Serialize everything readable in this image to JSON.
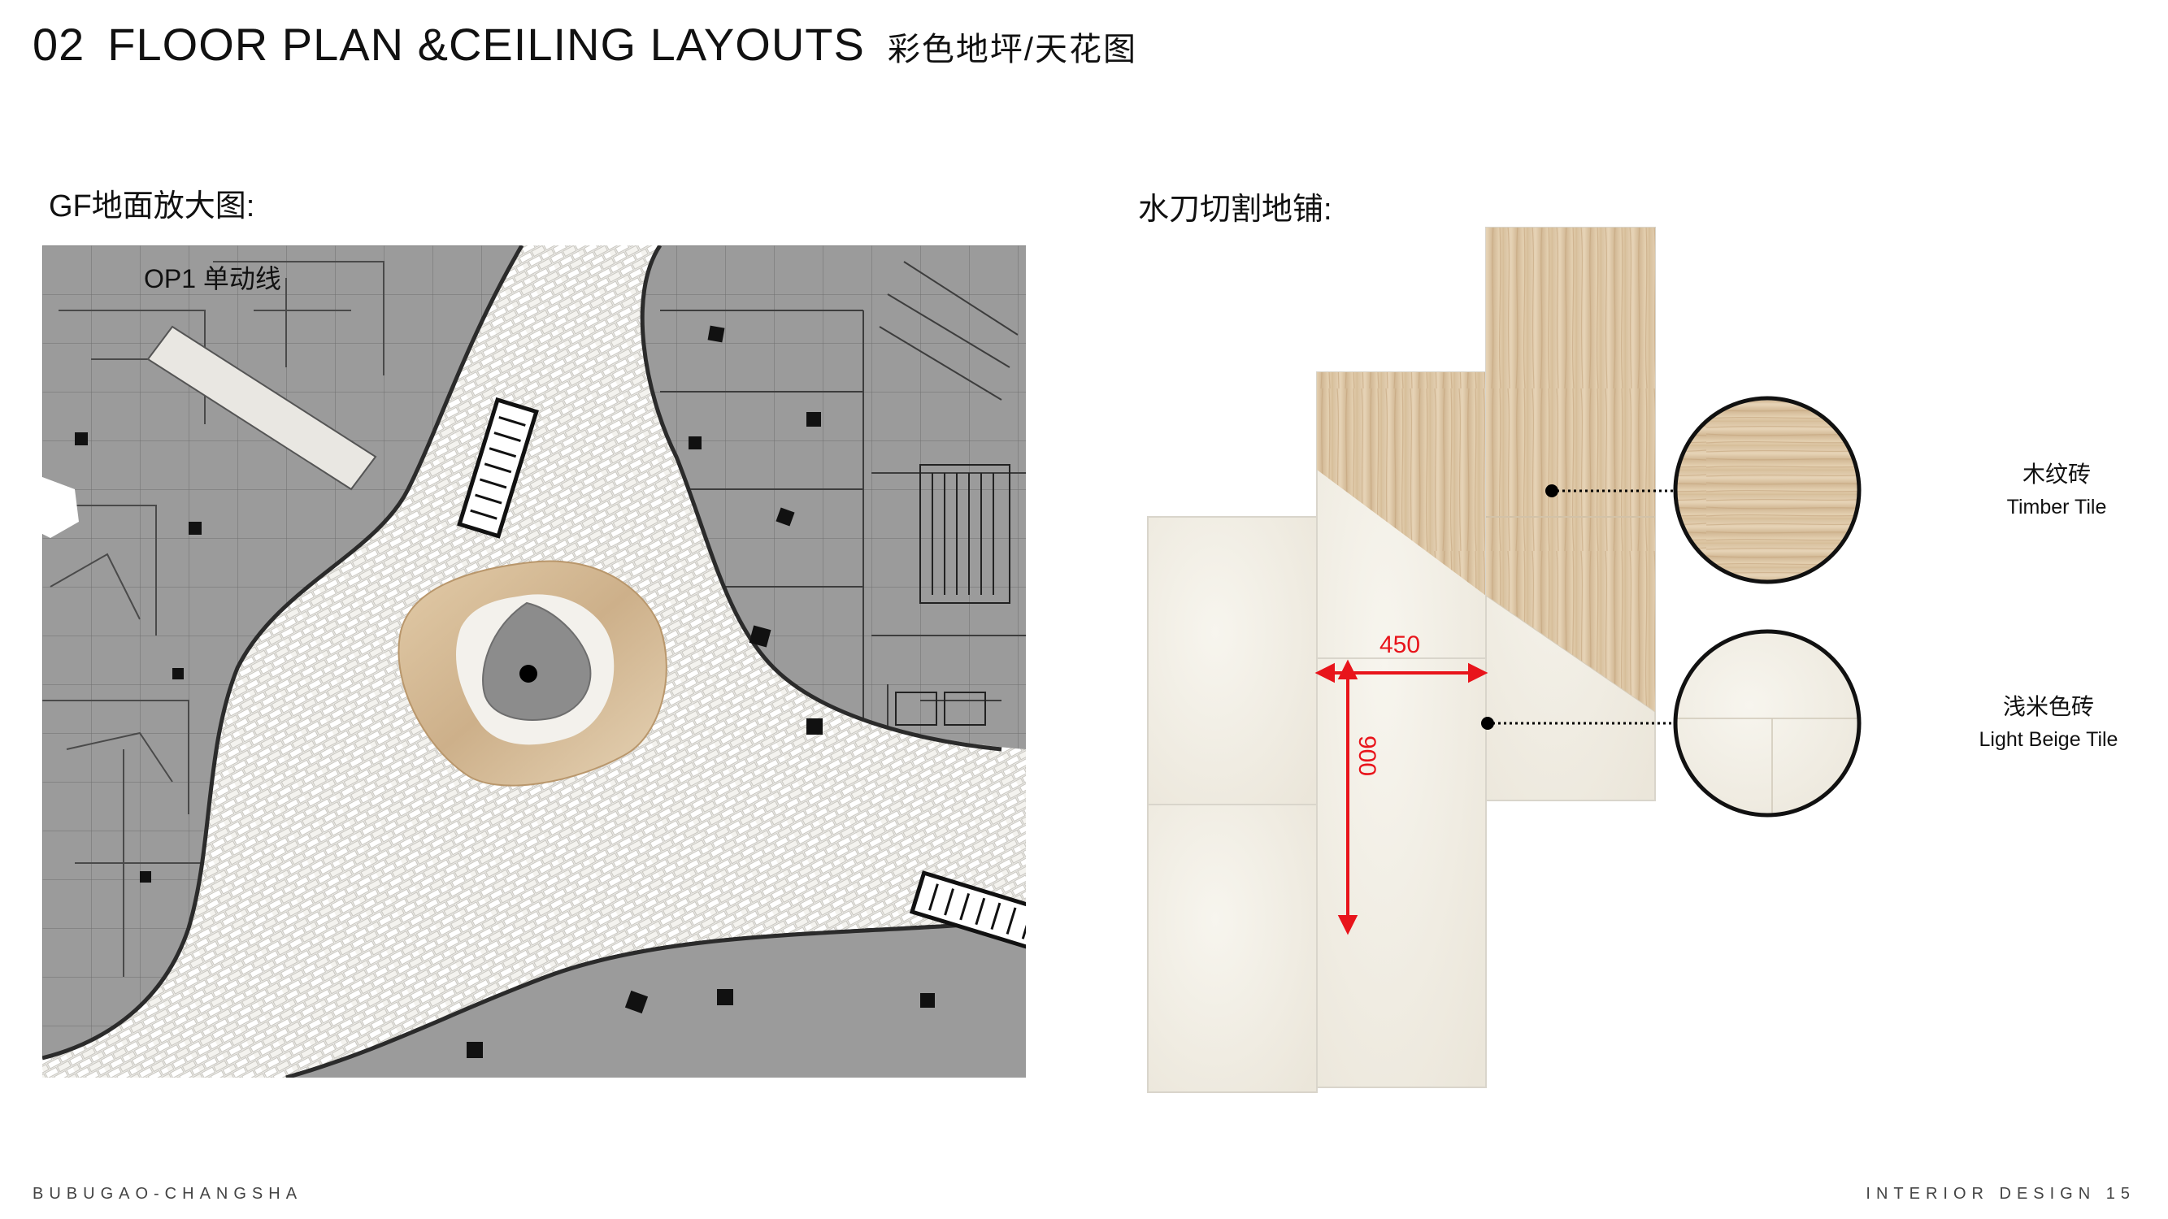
{
  "header": {
    "number": "02",
    "title": "FLOOR PLAN &CEILING LAYOUTS",
    "subtitle_cn": "彩色地坪/天花图"
  },
  "left_section": {
    "label": "GF地面放大图:",
    "plan_annotation": "OP1   单动线"
  },
  "right_section": {
    "label": "水刀切割地铺:",
    "dimension_width": "450",
    "dimension_height": "900",
    "timber": {
      "name_cn": "木纹砖",
      "name_en": "Timber Tile"
    },
    "beige": {
      "name_cn": "浅米色砖",
      "name_en": "Light Beige Tile"
    }
  },
  "footer": {
    "left": "BUBUGAO-CHANGSHA",
    "right": "INTERIOR DESIGN 15"
  },
  "colors": {
    "plan_gray": "#9b9b9b",
    "paving": "#e9e7e2",
    "timber": "#d8bf9c",
    "beige": "#f1ede3",
    "dimension_red": "#e8141b"
  }
}
